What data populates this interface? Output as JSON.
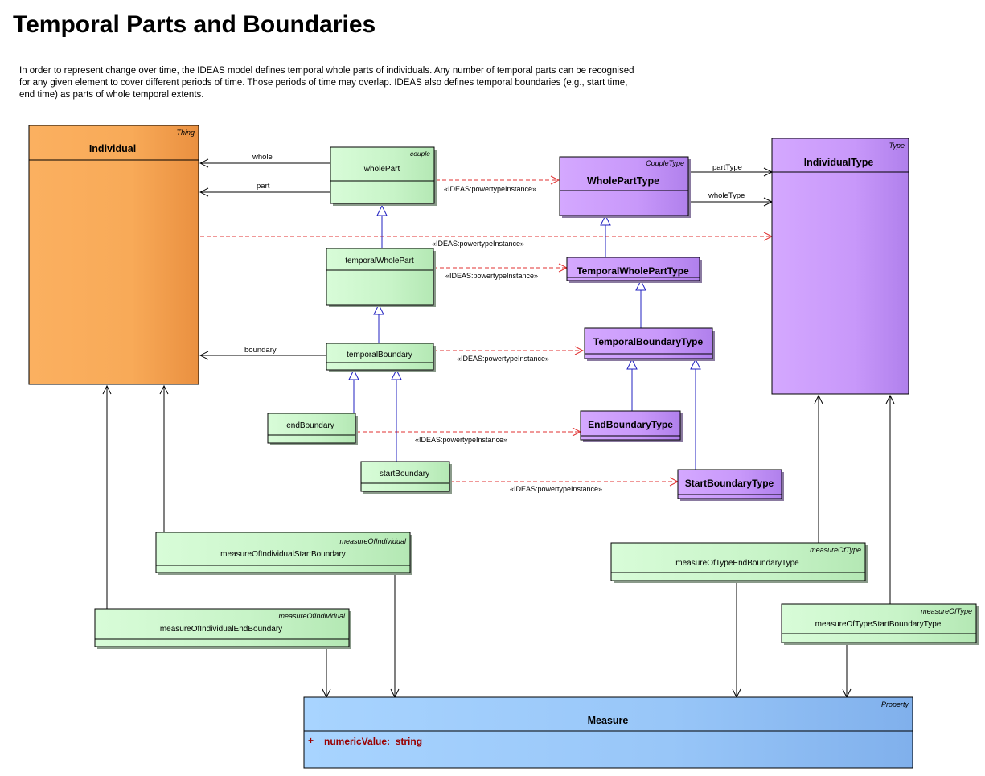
{
  "page": {
    "title": "Temporal Parts and Boundaries",
    "description": "In order to represent change over time, the IDEAS model defines temporal whole parts of individuals. Any number of temporal parts can be recognised for any given element to cover different periods of time. Those periods of time may overlap.  IDEAS also defines temporal boundaries (e.g., start time, end time) as parts of whole temporal extents."
  },
  "colors": {
    "orange": "#f0a050",
    "purple": "#c89af5",
    "green": "#c8f5c8",
    "blue": "#a0ccf8",
    "dependency": "#e03030",
    "generalization": "#2020c0",
    "attribute": "#990000"
  },
  "classes": {
    "individual": {
      "name": "Individual",
      "stereotype": "Thing"
    },
    "wholePart": {
      "name": "wholePart",
      "stereotype": "couple"
    },
    "temporalWholePart": {
      "name": "temporalWholePart",
      "stereotype": ""
    },
    "temporalBoundary": {
      "name": "temporalBoundary",
      "stereotype": ""
    },
    "endBoundary": {
      "name": "endBoundary",
      "stereotype": ""
    },
    "startBoundary": {
      "name": "startBoundary",
      "stereotype": ""
    },
    "wholePartType": {
      "name": "WholePartType",
      "stereotype": "CoupleType"
    },
    "individualType": {
      "name": "IndividualType",
      "stereotype": "Type"
    },
    "temporalWholePartType": {
      "name": "TemporalWholePartType",
      "stereotype": ""
    },
    "temporalBoundaryType": {
      "name": "TemporalBoundaryType",
      "stereotype": ""
    },
    "endBoundaryType": {
      "name": "EndBoundaryType",
      "stereotype": ""
    },
    "startBoundaryType": {
      "name": "StartBoundaryType",
      "stereotype": ""
    },
    "measureOfIndividualStartBoundary": {
      "name": "measureOfIndividualStartBoundary",
      "stereotype": "measureOfIndividual"
    },
    "measureOfIndividualEndBoundary": {
      "name": "measureOfIndividualEndBoundary",
      "stereotype": "measureOfIndividual"
    },
    "measureOfTypeEndBoundaryType": {
      "name": "measureOfTypeEndBoundaryType",
      "stereotype": "measureOfType"
    },
    "measureOfTypeStartBoundaryType": {
      "name": "measureOfTypeStartBoundaryType",
      "stereotype": "measureOfType"
    },
    "measure": {
      "name": "Measure",
      "stereotype": "Property",
      "attribute_visibility": "+",
      "attribute": "numericValue:  string"
    }
  },
  "labels": {
    "whole": "whole",
    "part": "part",
    "partType": "partType",
    "wholeType": "wholeType",
    "boundary": "boundary",
    "powertype_1": "«IDEAS:powertypeInstance»",
    "powertype_2": "«IDEAS:powertypeInstance»",
    "powertype_3": "«IDEAS:powertypeInstance»",
    "powertype_4": "«IDEAS:powertypeInstance»",
    "powertype_5": "«IDEAS:powertypeInstance»",
    "powertype_6": "«IDEAS:powertypeInstance»"
  }
}
